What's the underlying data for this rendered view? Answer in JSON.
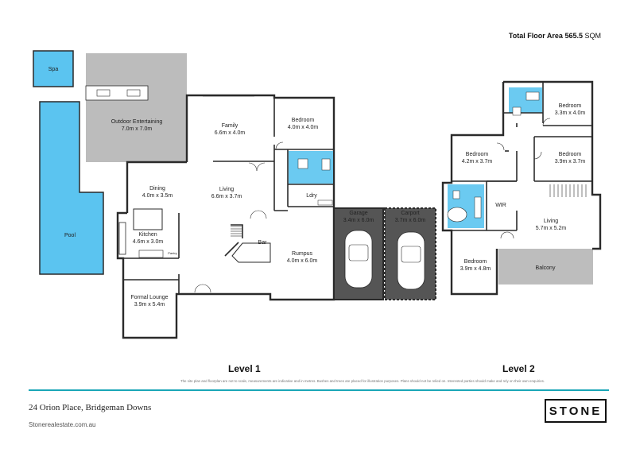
{
  "header": {
    "total_label": "Total Floor Area",
    "total_value": "565.5",
    "total_unit": "SQM"
  },
  "levels": {
    "level1": "Level 1",
    "level2": "Level 2"
  },
  "rooms": {
    "spa": "Spa",
    "pool": "Pool",
    "outdoor_name": "Outdoor Entertaining",
    "outdoor_dim": "7.0m x 7.0m",
    "family_name": "Family",
    "family_dim": "6.6m x 4.0m",
    "bed1_name": "Bedroom",
    "bed1_dim": "4.0m x 4.0m",
    "dining_name": "Dining",
    "dining_dim": "4.0m x 3.5m",
    "living1_name": "Living",
    "living1_dim": "6.6m x 3.7m",
    "ldry": "Ldry",
    "kitchen_name": "Kitchen",
    "kitchen_dim": "4.6m x 3.0m",
    "pantry": "Pantry",
    "bar": "Bar",
    "rumpus_name": "Rumpus",
    "rumpus_dim": "4.0m x 6.0m",
    "garage_name": "Garage",
    "garage_dim": "3.4m x 6.0m",
    "carport_name": "Carport",
    "carport_dim": "3.7m x 6.0m",
    "formal_name": "Formal Lounge",
    "formal_dim": "3.9m x 5.4m",
    "l2_bed_a_name": "Bedroom",
    "l2_bed_a_dim": "3.3m x 4.0m",
    "l2_bed_b_name": "Bedroom",
    "l2_bed_b_dim": "4.2m x 3.7m",
    "l2_bed_c_name": "Bedroom",
    "l2_bed_c_dim": "3.9m x 3.7m",
    "wir": "WIR",
    "l2_living_name": "Living",
    "l2_living_dim": "5.7m x 5.2m",
    "l2_bed_d_name": "Bedroom",
    "l2_bed_d_dim": "3.9m x 4.8m",
    "balcony": "Balcony"
  },
  "disclaimer": "The site plan and floorplan are not to scale, measurements are indicative and in metres. Bushes and trees are placed for illustration purposes. Plans should not be relied on. Interested parties should make and rely on their own enquiries.",
  "footer": {
    "address": "24 Orion Place, Bridgeman Downs",
    "website": "Stonerealestate.com.au",
    "logo": "STONE"
  },
  "colors": {
    "pool": "#5bc4f0",
    "outdoor": "#bcbcbc",
    "garage": "#555555",
    "balcony": "#bdbdbd",
    "wall": "#2a2a2a",
    "accent": "#1aa6b7"
  }
}
